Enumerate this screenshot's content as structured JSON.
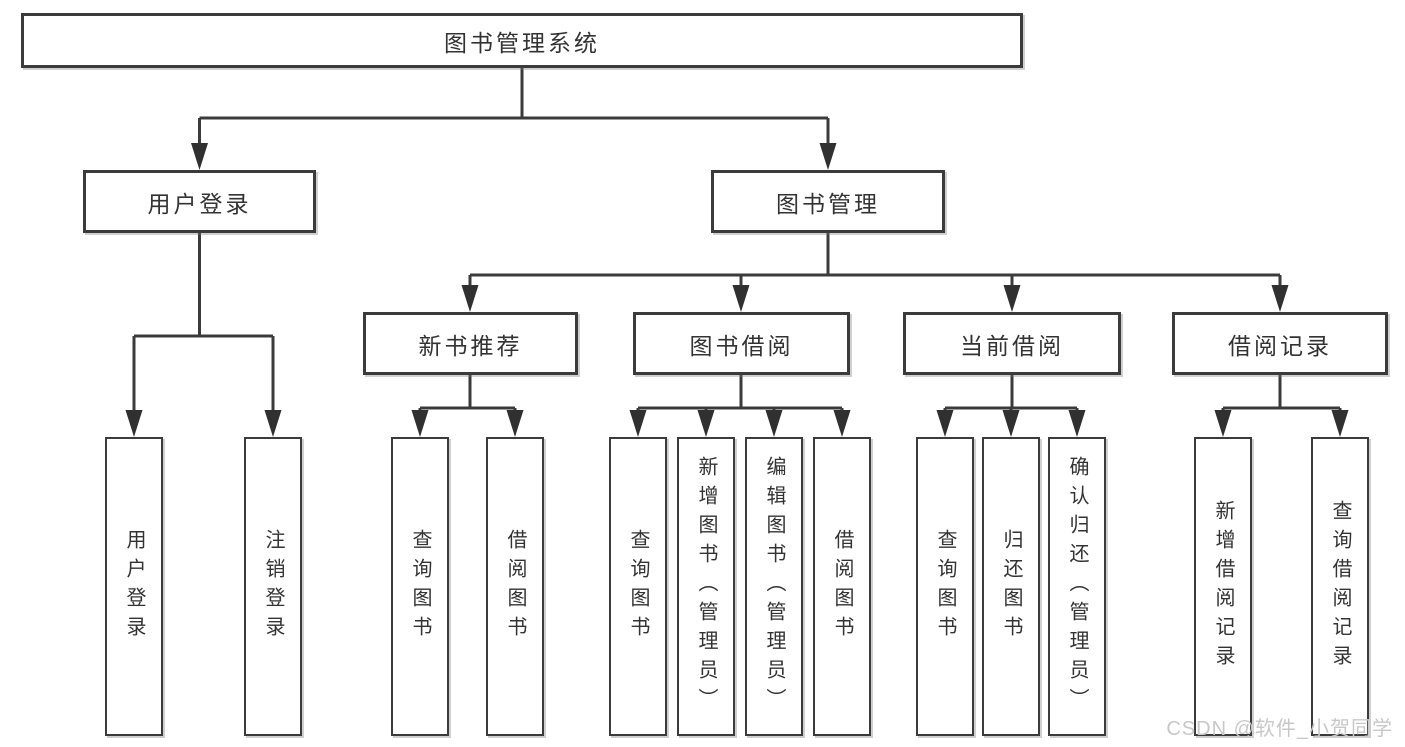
{
  "diagram": {
    "type": "function-structure-tree",
    "colors": {
      "background": "#ffffff",
      "line": "#3b3b3b",
      "box_border": "#3b3b3b",
      "text": "#333333",
      "watermark": "#c8c8c8"
    }
  },
  "tree": {
    "label": "图书管理系统",
    "children": [
      {
        "label": "用户登录",
        "children": [
          {
            "label": "用户登录"
          },
          {
            "label": "注销登录"
          }
        ]
      },
      {
        "label": "图书管理",
        "children": [
          {
            "label": "新书推荐",
            "children": [
              {
                "label": "查询图书"
              },
              {
                "label": "借阅图书"
              }
            ]
          },
          {
            "label": "图书借阅",
            "children": [
              {
                "label": "查询图书"
              },
              {
                "label": "新增图书（管理员）"
              },
              {
                "label": "编辑图书（管理员）"
              },
              {
                "label": "借阅图书"
              }
            ]
          },
          {
            "label": "当前借阅",
            "children": [
              {
                "label": "查询图书"
              },
              {
                "label": "归还图书"
              },
              {
                "label": "确认归还（管理员）"
              }
            ]
          },
          {
            "label": "借阅记录",
            "children": [
              {
                "label": "新增借阅记录"
              },
              {
                "label": "查询借阅记录"
              }
            ]
          }
        ]
      }
    ]
  },
  "watermark": {
    "text": "CSDN @软件_小贺同学"
  }
}
